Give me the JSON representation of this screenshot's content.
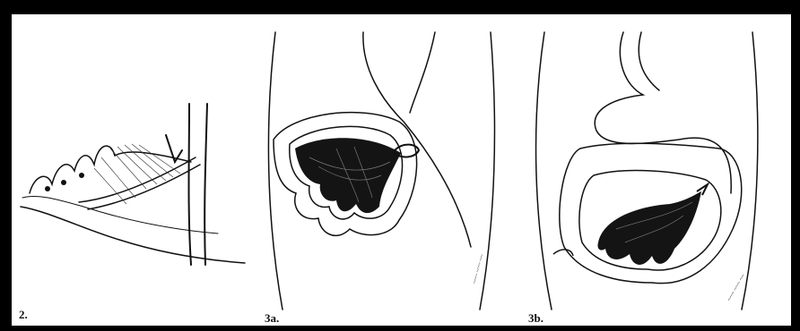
{
  "figure": {
    "panels": [
      {
        "id": "panel-2",
        "label": "2."
      },
      {
        "id": "panel-3a",
        "label": "3a."
      },
      {
        "id": "panel-3b",
        "label": "3b."
      }
    ],
    "signatures": {
      "panel_3a": "~~~ ~~~ ~~",
      "panel_3b": "~~~ ~~~ ~~"
    }
  }
}
